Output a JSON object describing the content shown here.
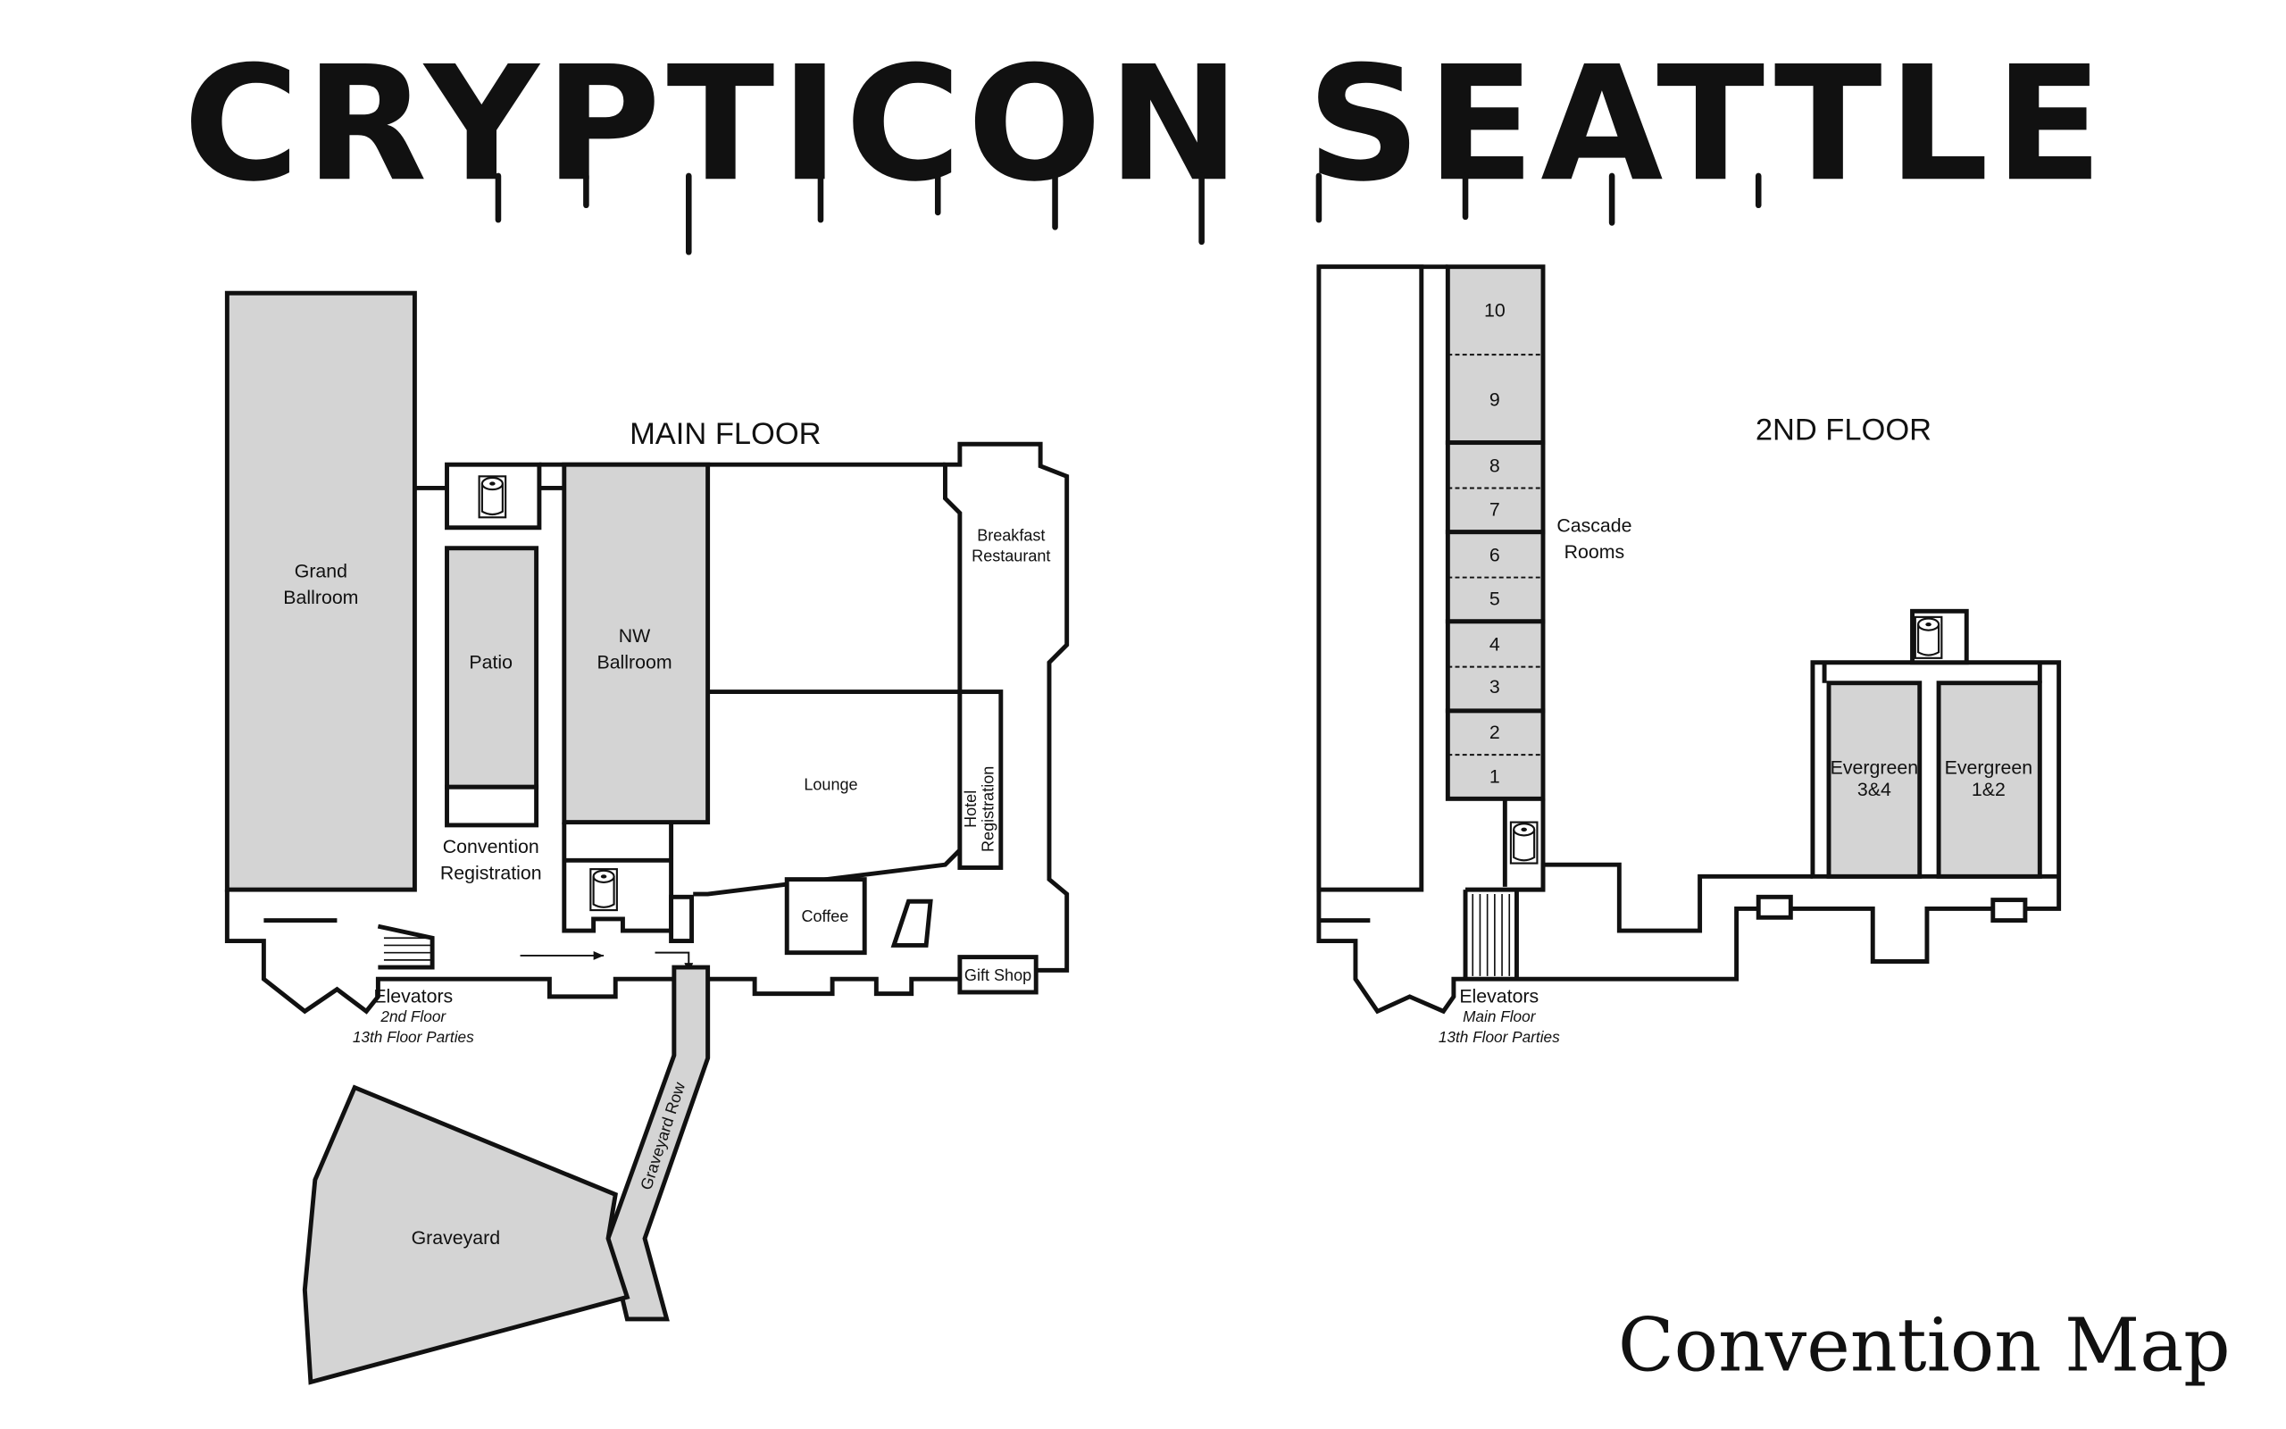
{
  "title": "CRYPTICON SEATTLE",
  "subtitle": "Convention Map",
  "main_floor": {
    "heading": "MAIN FLOOR",
    "rooms": {
      "grand_ballroom": [
        "Grand",
        "Ballroom"
      ],
      "patio": "Patio",
      "nw_ballroom": [
        "NW",
        "Ballroom"
      ],
      "convention_registration": [
        "Convention",
        "Registration"
      ],
      "breakfast_restaurant": [
        "Breakfast",
        "Restaurant"
      ],
      "lounge": "Lounge",
      "hotel_registration": [
        "Hotel",
        "Registration"
      ],
      "coffee": "Coffee",
      "gift_shop": "Gift Shop",
      "graveyard": "Graveyard",
      "graveyard_row": "Graveyard Row"
    },
    "elevators": {
      "label": "Elevators",
      "lines": [
        "2nd Floor",
        "13th Floor Parties"
      ]
    }
  },
  "second_floor": {
    "heading": "2ND FLOOR",
    "cascade_label": [
      "Cascade",
      "Rooms"
    ],
    "cascade_rooms": [
      "10",
      "9",
      "8",
      "7",
      "6",
      "5",
      "4",
      "3",
      "2",
      "1"
    ],
    "evergreen": [
      [
        "Evergreen",
        "3&4"
      ],
      [
        "Evergreen",
        "1&2"
      ]
    ],
    "elevators": {
      "label": "Elevators",
      "lines": [
        "Main Floor",
        "13th Floor Parties"
      ]
    }
  },
  "icons": [
    "restroom-icon",
    "stairs-icon",
    "arrow-icon"
  ],
  "colors": {
    "room_fill": "#d4d4d4",
    "wall": "#111111"
  }
}
